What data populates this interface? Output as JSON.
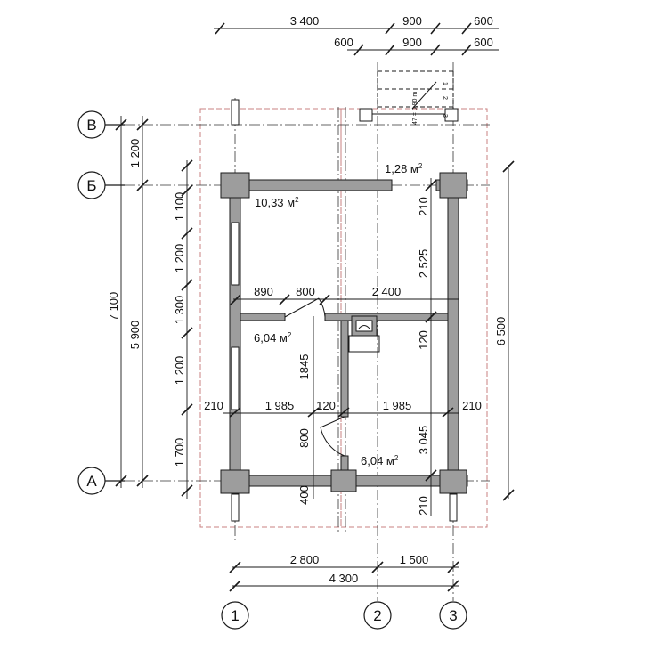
{
  "colors": {
    "wall": "#9d9d9d",
    "outline": "#1a1a1a",
    "envelope": "#c98080",
    "dash": "#555555"
  },
  "axes": {
    "rows": [
      "В",
      "Б",
      "А"
    ],
    "cols": [
      "1",
      "2",
      "3"
    ]
  },
  "rooms": {
    "room_top": "10,33 м",
    "room_mid": "6,04 м",
    "room_bottom": "6,04 м",
    "porch": "1,28 м",
    "sup": "2"
  },
  "dims": {
    "top1_a": "3 400",
    "top1_b": "900",
    "top1_c": "600",
    "top2_a": "600",
    "top2_b": "900",
    "top2_c": "600",
    "left_chain": [
      "1 200",
      "1 100",
      "1 200",
      "1 300",
      "1 200",
      "1 700"
    ],
    "left_mid": "5 900",
    "left_total": "7 100",
    "right_total": "6 500",
    "mid_row": [
      "890",
      "800",
      "2 400"
    ],
    "low_row": [
      "210",
      "1 985",
      "120",
      "1 985",
      "210"
    ],
    "right_col": [
      "210",
      "2 525",
      "120",
      "3 045",
      "210"
    ],
    "v1845": "1845",
    "v800": "800",
    "v400": "400",
    "bottom1_a": "2 800",
    "bottom1_b": "1 500",
    "bottom2": "4 300"
  },
  "stair": {
    "note": "47 = 0,90 m",
    "steps": [
      "1",
      "2",
      "3"
    ]
  }
}
